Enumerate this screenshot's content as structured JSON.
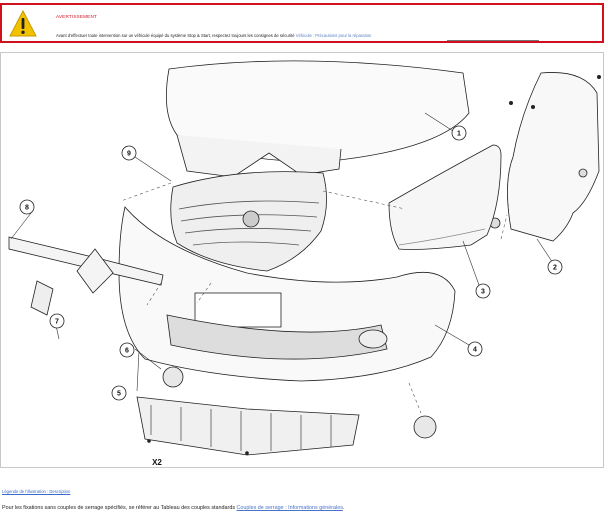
{
  "warning": {
    "title": "AVERTISSEMENT",
    "text": "Avant d'effectuer toute intervention sur un véhicule équipé du système Stop & Start, respectez toujours les consignes de sécurité",
    "link": "Véhicule : Précautions pour la réparation",
    "icon": "warning-triangle-icon",
    "border_color": "#d0101c",
    "icon_color": "#f2c200"
  },
  "illustration": {
    "callouts": [
      "1",
      "2",
      "3",
      "4",
      "5",
      "6",
      "7",
      "8",
      "9"
    ],
    "quantity_label": "X2"
  },
  "legend_link": "Légende de l'illustration : Description",
  "footer": {
    "text": "Pour les fixations sans couples de serrage spécifiés, se référer au Tableau des couples standards",
    "link": "Couples de serrage : Informations générales",
    "suffix": "."
  }
}
